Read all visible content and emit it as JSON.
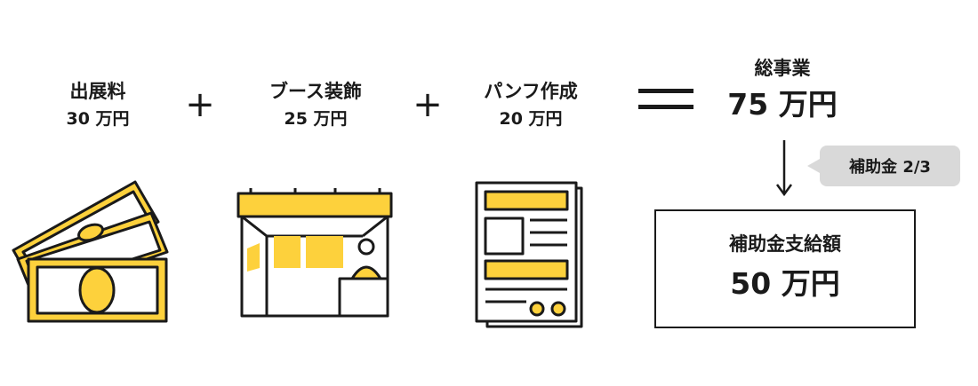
{
  "items": [
    {
      "title": "出展料",
      "amount": "30 万円"
    },
    {
      "title": "ブース装飾",
      "amount": "25 万円"
    },
    {
      "title": "パンフ作成",
      "amount": "20 万円"
    }
  ],
  "operators": {
    "plus": "+",
    "equals": "="
  },
  "total": {
    "title": "総事業",
    "amount": "75 万円"
  },
  "subsidy_rate": "補助金 2/3",
  "grant": {
    "title": "補助金支給額",
    "amount": "50 万円"
  },
  "colors": {
    "accent": "#fdd13c",
    "stroke": "#1a1a1a",
    "bubble": "#d9d9d9"
  },
  "icons": [
    "money-icon",
    "booth-icon",
    "pamphlet-icon",
    "down-arrow-icon"
  ]
}
